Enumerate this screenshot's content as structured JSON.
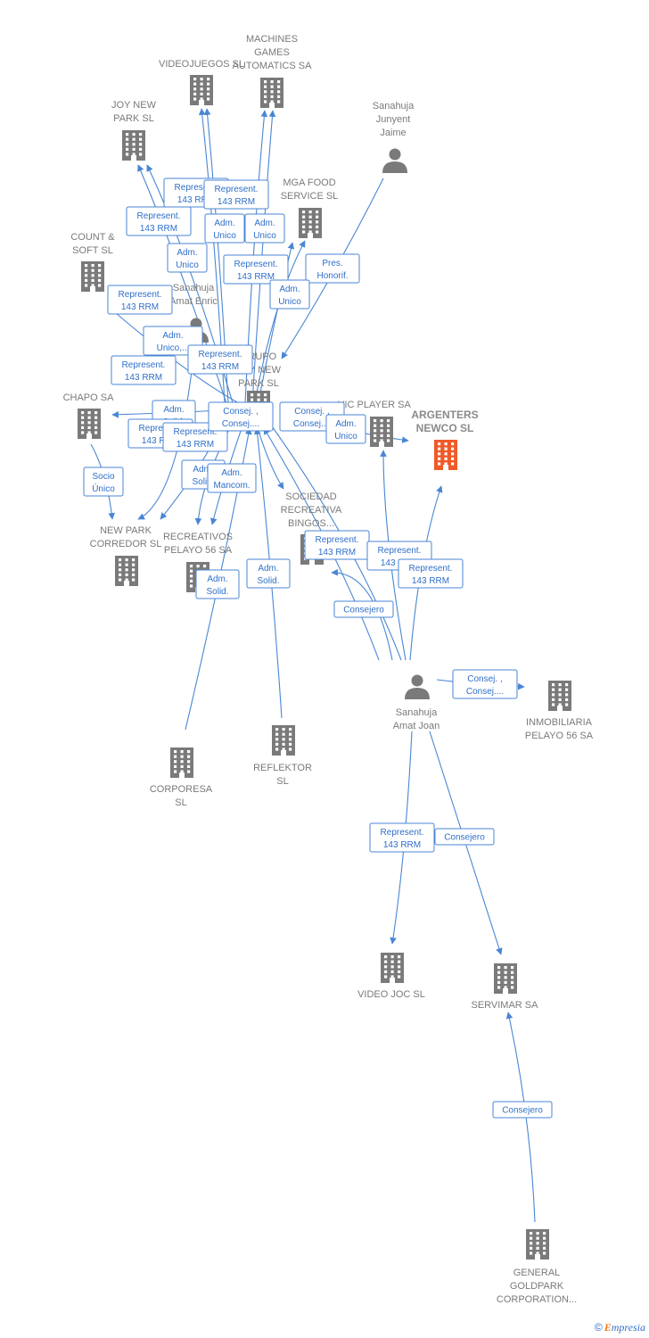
{
  "nodes": [
    {
      "id": "videojuegos",
      "type": "company",
      "label": [
        "VIDEOJUEGOS SL"
      ]
    },
    {
      "id": "machines",
      "type": "company",
      "label": [
        "MACHINES",
        "GAMES",
        "AUTOMATICS SA"
      ]
    },
    {
      "id": "joynew",
      "type": "company",
      "label": [
        "JOY NEW",
        "PARK SL"
      ]
    },
    {
      "id": "junyent",
      "type": "person",
      "label": [
        "Sanahuja",
        "Junyent",
        "Jaime"
      ]
    },
    {
      "id": "mgafood",
      "type": "company",
      "label": [
        "MGA FOOD",
        "SERVICE  SL"
      ]
    },
    {
      "id": "countsoft",
      "type": "company",
      "label": [
        "COUNT &",
        "SOFT SL"
      ]
    },
    {
      "id": "enric",
      "type": "person",
      "label": [
        "Sanahuja",
        "Amat Enric"
      ]
    },
    {
      "id": "grupo",
      "type": "company",
      "label": [
        "GRUPO",
        "JOY NEW",
        "PARK SL"
      ]
    },
    {
      "id": "chapo",
      "type": "company",
      "label": [
        "CHAPO SA"
      ]
    },
    {
      "id": "vicplayer",
      "type": "company",
      "label": [
        "VIC PLAYER SA"
      ]
    },
    {
      "id": "argenters",
      "type": "company",
      "focus": true,
      "label": [
        "ARGENTERS",
        "NEWCO  SL"
      ]
    },
    {
      "id": "newpark",
      "type": "company",
      "label": [
        "NEW PARK",
        "CORREDOR SL"
      ]
    },
    {
      "id": "recreativos",
      "type": "company",
      "label": [
        "RECREATIVOS",
        "PELAYO 56 SA"
      ]
    },
    {
      "id": "sociedad",
      "type": "company",
      "label": [
        "SOCIEDAD",
        "RECREATIVA",
        "BINGOS..."
      ]
    },
    {
      "id": "joan",
      "type": "person",
      "label": [
        "Sanahuja",
        "Amat Joan"
      ]
    },
    {
      "id": "inmobiliaria",
      "type": "company",
      "label": [
        "INMOBILIARIA",
        "PELAYO 56 SA"
      ]
    },
    {
      "id": "corporesa",
      "type": "company",
      "label": [
        "CORPORESA",
        "SL"
      ]
    },
    {
      "id": "reflektor",
      "type": "company",
      "label": [
        "REFLEKTOR",
        "SL"
      ]
    },
    {
      "id": "videojoc",
      "type": "company",
      "label": [
        "VIDEO JOC SL"
      ]
    },
    {
      "id": "servimar",
      "type": "company",
      "label": [
        "SERVIMAR SA"
      ]
    },
    {
      "id": "goldpark",
      "type": "company",
      "label": [
        "GENERAL",
        "GOLDPARK",
        "CORPORATION..."
      ]
    }
  ],
  "relations": [
    {
      "lines": [
        "Represent.",
        "143 RRM"
      ]
    },
    {
      "lines": [
        "Represent.",
        "143 RRM"
      ]
    },
    {
      "lines": [
        "Represent.",
        "143 RRM"
      ]
    },
    {
      "lines": [
        "Adm.",
        "Unico"
      ]
    },
    {
      "lines": [
        "Adm.",
        "Unico"
      ]
    },
    {
      "lines": [
        "Adm.",
        "Unico"
      ]
    },
    {
      "lines": [
        "Represent.",
        "143 RRM"
      ]
    },
    {
      "lines": [
        "Pres.",
        "Honorif."
      ]
    },
    {
      "lines": [
        "Adm.",
        "Unico"
      ]
    },
    {
      "lines": [
        "Represent.",
        "143 RRM"
      ]
    },
    {
      "lines": [
        "Adm.",
        "Unico,..."
      ]
    },
    {
      "lines": [
        "Represent.",
        "143 RRM"
      ]
    },
    {
      "lines": [
        "Represent.",
        "143 RRM"
      ]
    },
    {
      "lines": [
        "Adm.",
        "Solid."
      ]
    },
    {
      "lines": [
        "Represent.",
        "143 RRM"
      ]
    },
    {
      "lines": [
        "Represent.",
        "143 RRM"
      ]
    },
    {
      "lines": [
        "Consej. ,",
        "Consej...."
      ]
    },
    {
      "lines": [
        "Consej. ,",
        "Consej...."
      ]
    },
    {
      "lines": [
        "Adm.",
        "Unico"
      ]
    },
    {
      "lines": [
        "Socio",
        "Único"
      ]
    },
    {
      "lines": [
        "Adm.",
        "Solid."
      ]
    },
    {
      "lines": [
        "Adm.",
        "Mancom."
      ]
    },
    {
      "lines": [
        "Adm.",
        "Solid."
      ]
    },
    {
      "lines": [
        "Adm.",
        "Solid."
      ]
    },
    {
      "lines": [
        "Represent.",
        "143 RRM"
      ]
    },
    {
      "lines": [
        "Represent.",
        "143 RRM"
      ]
    },
    {
      "lines": [
        "Represent.",
        "143 RRM"
      ]
    },
    {
      "lines": [
        "Consejero"
      ]
    },
    {
      "lines": [
        "Consej. ,",
        "Consej...."
      ]
    },
    {
      "lines": [
        "Represent.",
        "143 RRM"
      ]
    },
    {
      "lines": [
        "Consejero"
      ]
    },
    {
      "lines": [
        "Consejero"
      ]
    }
  ],
  "colors": {
    "edge": "#4a86d4",
    "relation_text": "#2f6fc9",
    "node_icon": "#7a7a7a",
    "focus_icon": "#f05a28",
    "label": "#7a7a7a"
  },
  "watermark": {
    "copyright": "©",
    "brand_initial": "E",
    "brand_rest": "mpresia"
  }
}
